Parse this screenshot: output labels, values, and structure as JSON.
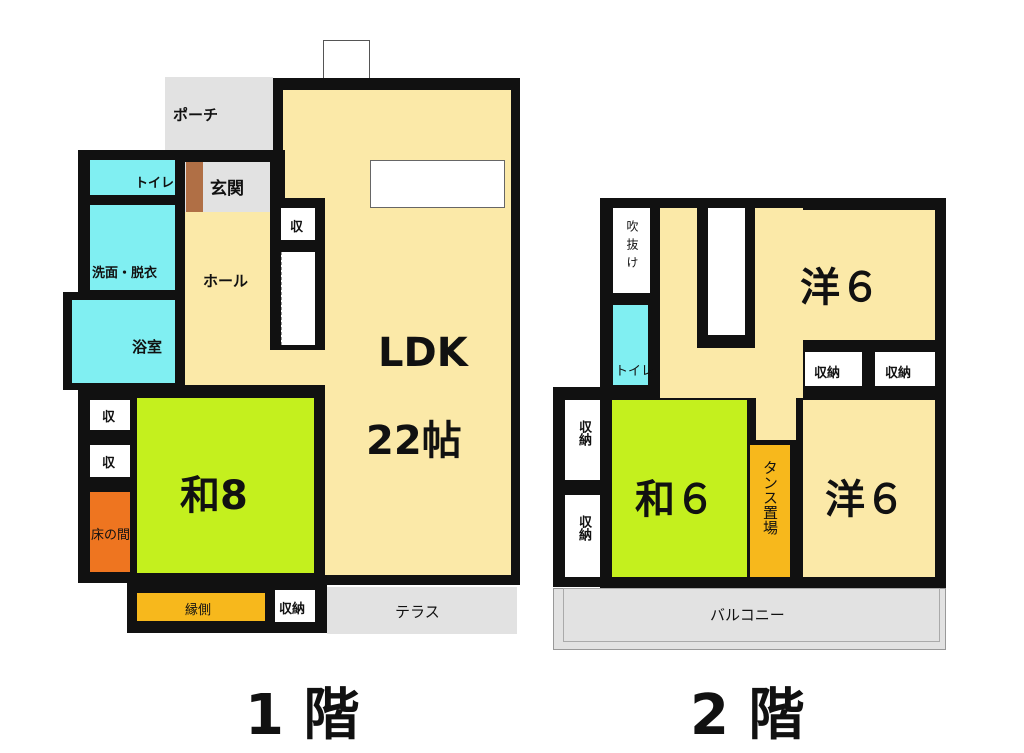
{
  "floor1": {
    "title": "1 階",
    "rooms": {
      "porch": "ポーチ",
      "genkan": "玄関",
      "toilet": "トイレ",
      "washroom": "洗面・脱衣",
      "bath": "浴室",
      "hall": "ホール",
      "storage_small": "収",
      "ldk": "LDK",
      "ldk_size": "22帖",
      "washitsu": "和8",
      "tokonoma": "床の間",
      "engawa": "縁側",
      "storage": "収納",
      "terrace": "テラス"
    }
  },
  "floor2": {
    "title": "2 階",
    "rooms": {
      "fukinuke": "吹抜け",
      "toilet": "トイレ",
      "western_top": "洋６",
      "western_bottom": "洋６",
      "storage": "収納",
      "washitsu": "和６",
      "tansu": "タンス置場",
      "balcony": "バルコニー"
    }
  },
  "colors": {
    "western": "#fbe9a8",
    "japanese": "#c4f01e",
    "wet": "#80eff2",
    "exterior": "#e2e2e2",
    "tokonoma": "#ee7520",
    "engawa": "#f7b81c"
  }
}
